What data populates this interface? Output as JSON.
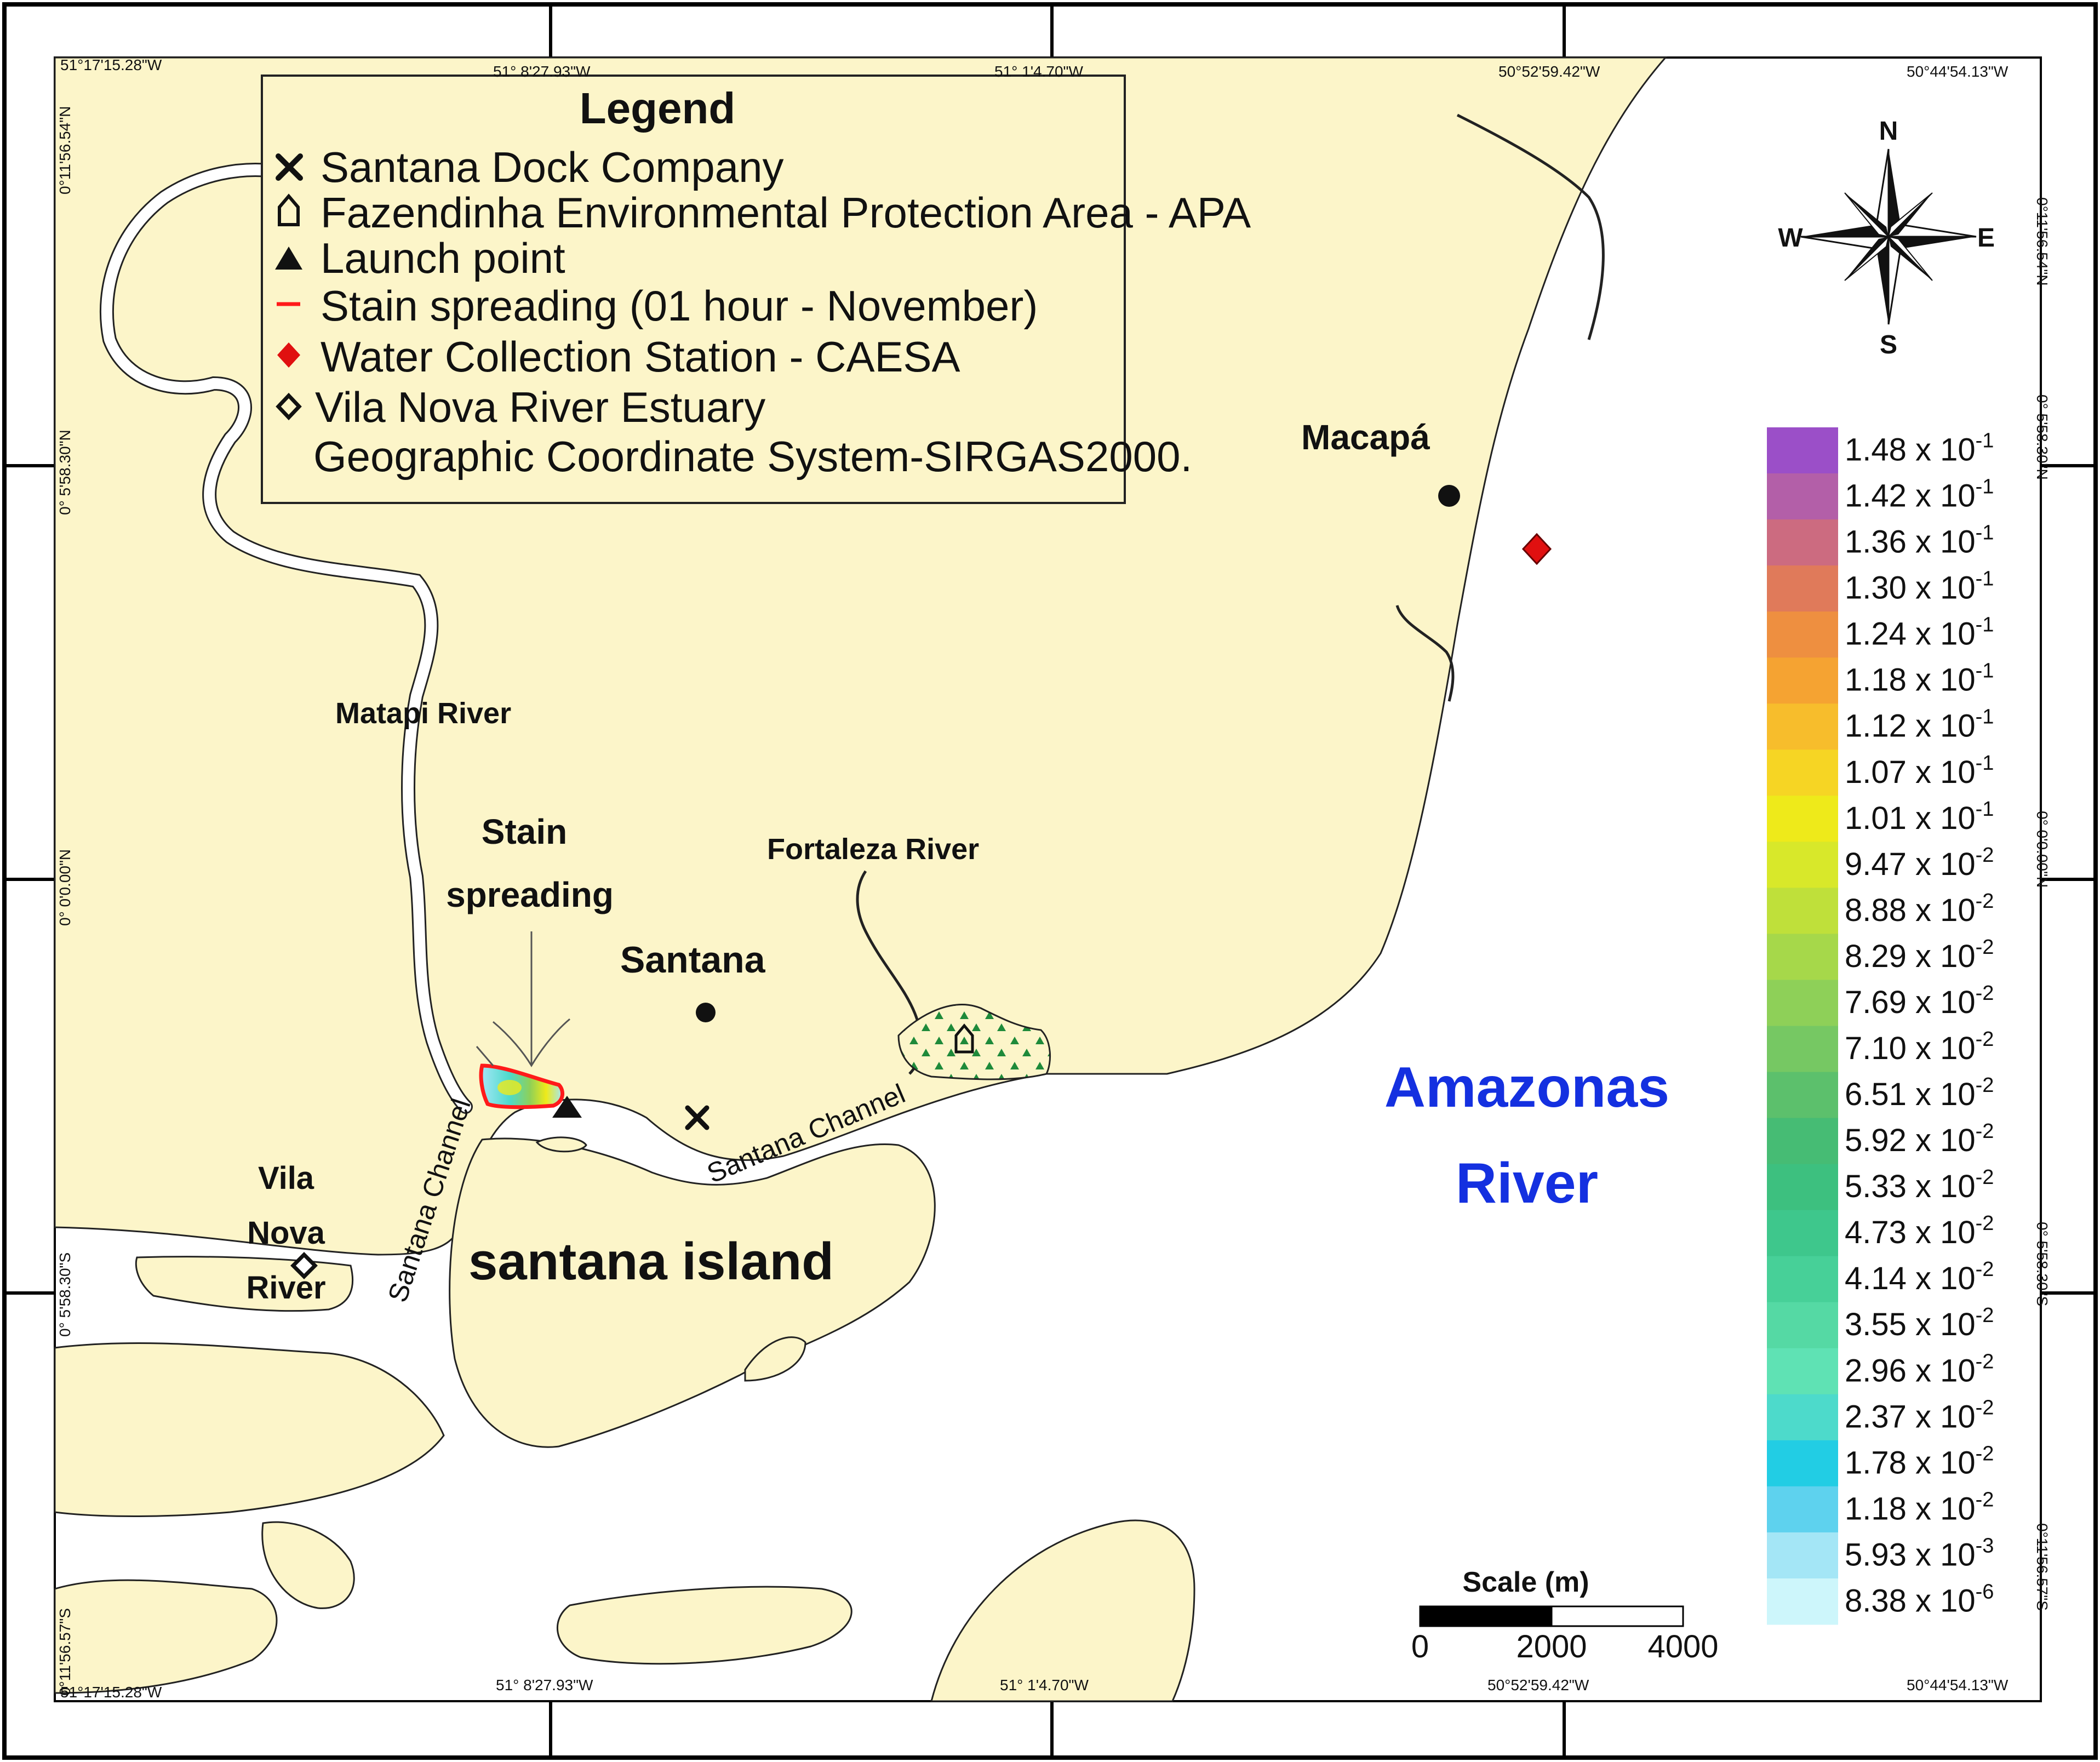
{
  "legend": {
    "title": "Legend",
    "items": [
      {
        "symbol": "x-mark-icon",
        "label": "Santana Dock Company"
      },
      {
        "symbol": "house-outline-icon",
        "label": "Fazendinha Environmental Protection Area - APA"
      },
      {
        "symbol": "filled-triangle-icon",
        "label": "Launch point"
      },
      {
        "symbol": "red-line-icon",
        "label": "Stain spreading (01 hour - November)"
      },
      {
        "symbol": "red-diamond-icon",
        "label": "Water Collection Station - CAESA"
      },
      {
        "symbol": "hollow-diamond-icon",
        "label": "Vila Nova River Estuary"
      }
    ],
    "crs_note": "Geographic Coordinate System-SIRGAS2000."
  },
  "coords": {
    "top": [
      "51°17'15.28\"W",
      "51° 8'27.93\"W",
      "51° 1'4.70\"W",
      "50°52'59.42\"W",
      "50°44'54.13\"W"
    ],
    "bottom": [
      "51°17'15.28\"W",
      "51° 8'27.93\"W",
      "51° 1'4.70\"W",
      "50°52'59.42\"W",
      "50°44'54.13\"W"
    ],
    "left": [
      "0°11'56.54\"N",
      "0° 5'58.30\"N",
      "0° 0'0.00\"N",
      "0° 5'58.30\"S",
      "0°11'56.57\"S"
    ],
    "right": [
      "0°11'56.54\"N",
      "0° 5'58.30\"N",
      "0° 0'0.00\"N",
      "0° 5'58.30\"S",
      "0°11'56.57\"S"
    ]
  },
  "compass": {
    "n": "N",
    "s": "S",
    "e": "E",
    "w": "W"
  },
  "places": {
    "macapa": "Macapá",
    "matapi": "Matapi River",
    "stain_line1": "Stain",
    "stain_line2": "spreading",
    "fortaleza": "Fortaleza River",
    "santana": "Santana",
    "amazonas_line1": "Amazonas",
    "amazonas_line2": "River",
    "santana_island": "santana island",
    "vila_line1": "Vila",
    "vila_line2": "Nova",
    "vila_line3": "River",
    "santana_channel_a": "Santana Channel",
    "santana_channel_b": "Santana Channel"
  },
  "scale": {
    "title": "Scale (m)",
    "ticks": [
      "0",
      "2000",
      "4000"
    ]
  },
  "colorbar": [
    {
      "mant": "1.48 x 10",
      "exp": "-1",
      "color": "#9b4fc8"
    },
    {
      "mant": "1.42 x 10",
      "exp": "-1",
      "color": "#b35fa8"
    },
    {
      "mant": "1.36 x 10",
      "exp": "-1",
      "color": "#cc6b80"
    },
    {
      "mant": "1.30 x 10",
      "exp": "-1",
      "color": "#e07a5a"
    },
    {
      "mant": "1.24 x 10",
      "exp": "-1",
      "color": "#ee8f40"
    },
    {
      "mant": "1.18 x 10",
      "exp": "-1",
      "color": "#f5a332"
    },
    {
      "mant": "1.12 x 10",
      "exp": "-1",
      "color": "#f7bd2c"
    },
    {
      "mant": "1.07 x 10",
      "exp": "-1",
      "color": "#f6d524"
    },
    {
      "mant": "1.01 x 10",
      "exp": "-1",
      "color": "#eeea1a"
    },
    {
      "mant": "9.47 x 10",
      "exp": "-2",
      "color": "#d8e82a"
    },
    {
      "mant": "8.88 x 10",
      "exp": "-2",
      "color": "#bfe03a"
    },
    {
      "mant": "8.29 x 10",
      "exp": "-2",
      "color": "#a6d84a"
    },
    {
      "mant": "7.69 x 10",
      "exp": "-2",
      "color": "#8ed058"
    },
    {
      "mant": "7.10 x 10",
      "exp": "-2",
      "color": "#76c863"
    },
    {
      "mant": "6.51 x 10",
      "exp": "-2",
      "color": "#5cc06c"
    },
    {
      "mant": "5.92 x 10",
      "exp": "-2",
      "color": "#46bc74"
    },
    {
      "mant": "5.33 x 10",
      "exp": "-2",
      "color": "#3dc07f"
    },
    {
      "mant": "4.73 x 10",
      "exp": "-2",
      "color": "#3ec78c"
    },
    {
      "mant": "4.14 x 10",
      "exp": "-2",
      "color": "#47d098"
    },
    {
      "mant": "3.55 x 10",
      "exp": "-2",
      "color": "#55d9a4"
    },
    {
      "mant": "2.96 x 10",
      "exp": "-2",
      "color": "#5fe2b4"
    },
    {
      "mant": "2.37 x 10",
      "exp": "-2",
      "color": "#4ddacb"
    },
    {
      "mant": "1.78 x 10",
      "exp": "-2",
      "color": "#22cde4"
    },
    {
      "mant": "1.18 x 10",
      "exp": "-2",
      "color": "#5ed2ee"
    },
    {
      "mant": "5.93 x 10",
      "exp": "-3",
      "color": "#a4e6f6"
    },
    {
      "mant": "8.38 x 10",
      "exp": "-6",
      "color": "#cdf6fb"
    }
  ],
  "colors": {
    "land": "#fcf5c9",
    "water": "#ffffff",
    "stain_outline": "#ff1a1a",
    "caesa": "#e01010",
    "amazonas_label": "#1430e0"
  }
}
